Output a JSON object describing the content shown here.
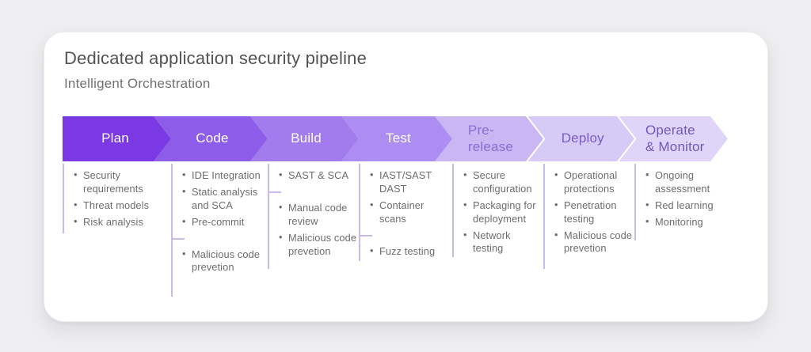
{
  "header": {
    "title": "Dedicated application security pipeline",
    "subtitle": "Intelligent Orchestration"
  },
  "pipeline": {
    "stages": [
      {
        "label": "Plan",
        "fill": "#7a39e3",
        "text_color": "#ffffff"
      },
      {
        "label": "Code",
        "fill": "#8d5ce9",
        "text_color": "#ffffff"
      },
      {
        "label": "Build",
        "fill": "#a27cee",
        "text_color": "#ffffff"
      },
      {
        "label": "Test",
        "fill": "#ad8df1",
        "text_color": "#ffffff"
      },
      {
        "label": "Pre-\nrelease",
        "fill": "#c9b6f3",
        "text_color": "#8a6cd2"
      },
      {
        "label": "Deploy",
        "fill": "#d6caf7",
        "text_color": "#7b5cc5"
      },
      {
        "label": "Operate\n& Monitor",
        "fill": "#ded5f9",
        "text_color": "#7356bd"
      }
    ]
  },
  "columns": [
    {
      "stage": "Plan",
      "groups": [
        [
          "Security requirements",
          "Threat models",
          "Risk analysis"
        ]
      ]
    },
    {
      "stage": "Code",
      "groups": [
        [
          "IDE Integration",
          "Static analysis and SCA",
          "Pre-commit"
        ],
        [
          "Malicious code prevetion"
        ]
      ]
    },
    {
      "stage": "Build",
      "groups": [
        [
          "SAST & SCA"
        ],
        [
          "Manual code review",
          "Malicious code prevetion"
        ]
      ]
    },
    {
      "stage": "Test",
      "groups": [
        [
          "IAST/SAST DAST",
          "Container scans"
        ],
        [
          "Fuzz testing"
        ]
      ]
    },
    {
      "stage": "Pre-release",
      "groups": [
        [
          "Secure configuration",
          "Packaging for deployment",
          "Network testing"
        ]
      ]
    },
    {
      "stage": "Deploy",
      "groups": [
        [
          "Operational protections",
          "Penetration testing",
          "Malicious code prevetion"
        ]
      ]
    },
    {
      "stage": "Operate & Monitor",
      "groups": [
        [
          "Ongoing assessment",
          "Red learning",
          "Monitoring"
        ]
      ]
    }
  ],
  "colors": {
    "page_background": "#efeff1",
    "card_background": "#ffffff",
    "title_text": "#515254",
    "subtitle_text": "#6f7073",
    "list_text": "#6c6d70",
    "column_line": "#c9b9ef"
  }
}
